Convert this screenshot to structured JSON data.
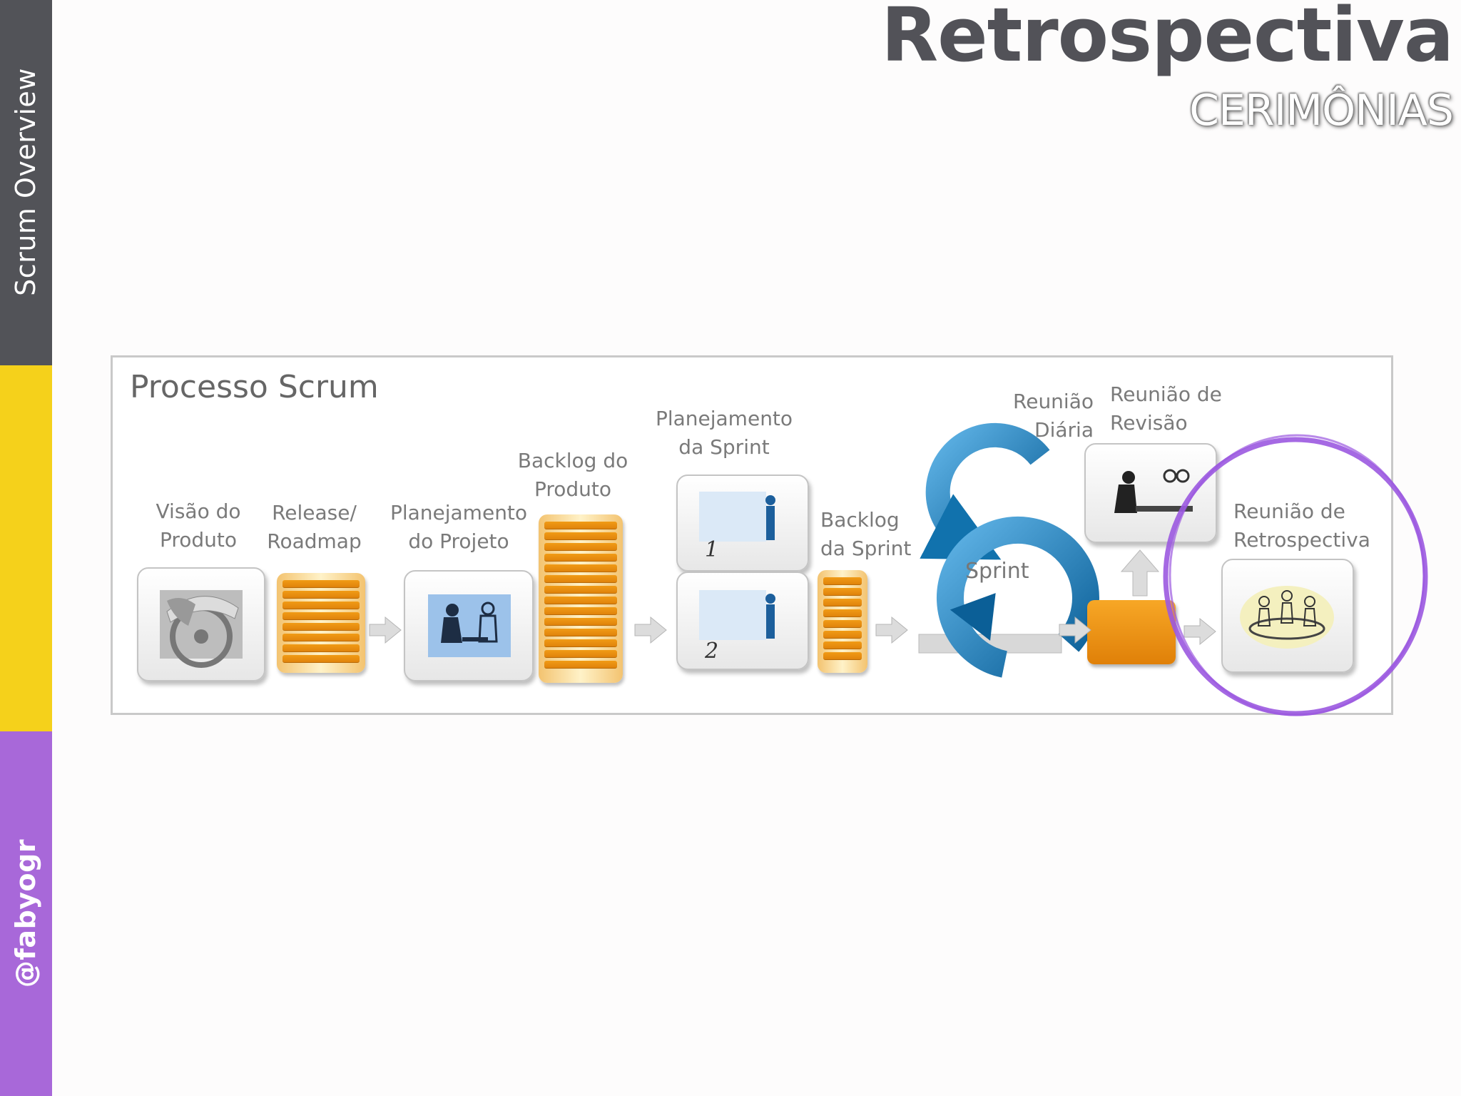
{
  "sidebar": {
    "top_label": "Scrum Overview",
    "bottom_label": "@fabyogr",
    "colors": {
      "top": "#525358",
      "middle": "#f5d11b",
      "bottom": "#a868d9"
    }
  },
  "header": {
    "title": "Retrospectiva",
    "subtitle": "CERIMÔNIAS"
  },
  "diagram": {
    "title": "Processo Scrum",
    "steps": [
      {
        "label": "Visão do\nProduto",
        "icon": "ship-wheel-illustration"
      },
      {
        "label": "Release/\nRoadmap",
        "icon": "backlog-stack"
      },
      {
        "label": "Planejamento\ndo Projeto",
        "icon": "meeting-illustration"
      },
      {
        "label": "Backlog do\nProduto",
        "icon": "backlog-stack"
      },
      {
        "label": "Planejamento\nda Sprint",
        "icon": "presenter-illustration"
      },
      {
        "label": "Backlog\nda Sprint",
        "icon": "backlog-stack"
      },
      {
        "label": "Reunião\nDiária",
        "icon": "cycle-arrow"
      },
      {
        "label": "Sprint",
        "icon": "cycle-arrow"
      },
      {
        "label": "Reunião de\nRevisão",
        "icon": "review-illustration"
      },
      {
        "label": "Reunião de\nRetrospectiva",
        "icon": "team-table-illustration"
      }
    ],
    "sprint_planning_numbers": [
      "1",
      "2"
    ],
    "highlight_color": "#9b59e0",
    "accent_blue": "#1c86c0",
    "accent_orange": "#f19b16"
  }
}
